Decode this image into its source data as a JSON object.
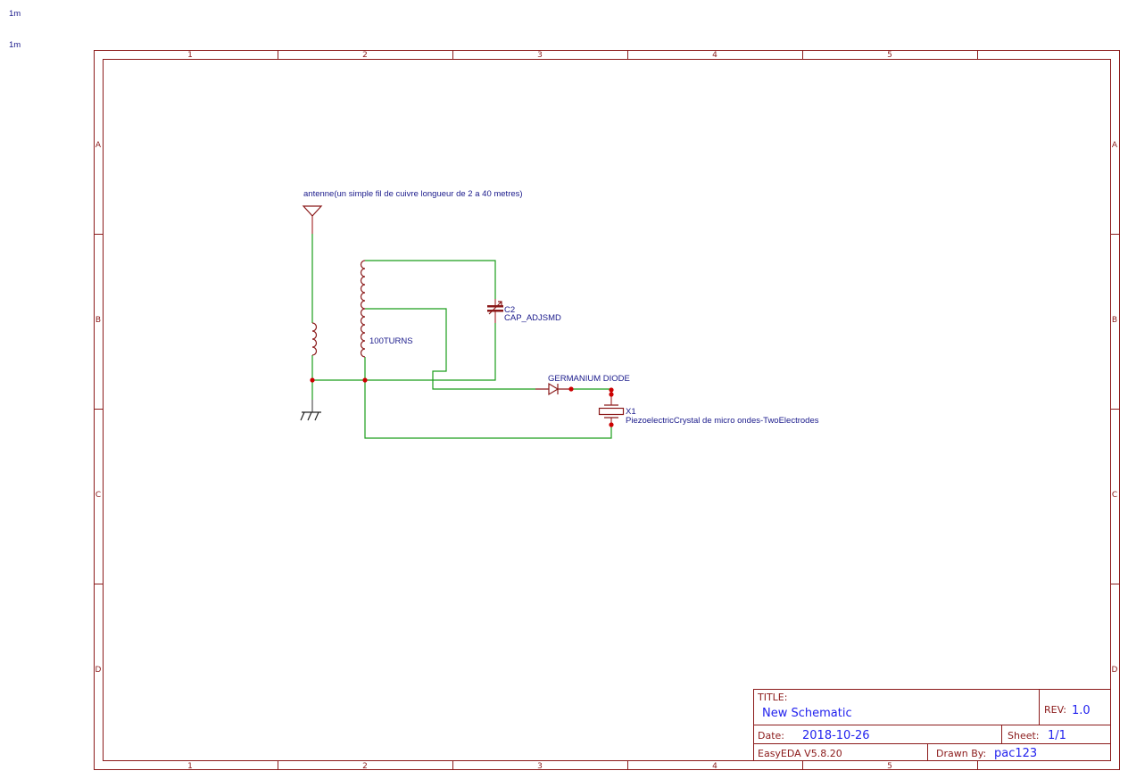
{
  "corner_labels": [
    "1m",
    "1m"
  ],
  "frame": {
    "columns": [
      "1",
      "2",
      "3",
      "4",
      "5"
    ],
    "rows": [
      "A",
      "B",
      "C",
      "D"
    ]
  },
  "components": {
    "antenna": "antenne(un simple fil de cuivre longueur de 2 a 40 metres)",
    "coil": "100TURNS",
    "c2_ref": "C2",
    "c2_value": "CAP_ADJSMD",
    "diode": "GERMANIUM DIODE",
    "x1_ref": "X1",
    "x1_value": "PiezoelectricCrystal de micro ondes-TwoElectrodes"
  },
  "title_block": {
    "title_label": "TITLE:",
    "title": "New Schematic",
    "rev_label": "REV:",
    "rev": "1.0",
    "date_label": "Date:",
    "date": "2018-10-26",
    "sheet_label": "Sheet:",
    "sheet": "1/1",
    "software": "EasyEDA V5.8.20",
    "drawn_by_label": "Drawn By:",
    "drawn_by": "pac123"
  },
  "colors": {
    "frame": "#8b1a1a",
    "wire": "#1a9e1a",
    "label": "#1a1a8b",
    "value": "#2222ee",
    "junction": "#cc0000"
  }
}
